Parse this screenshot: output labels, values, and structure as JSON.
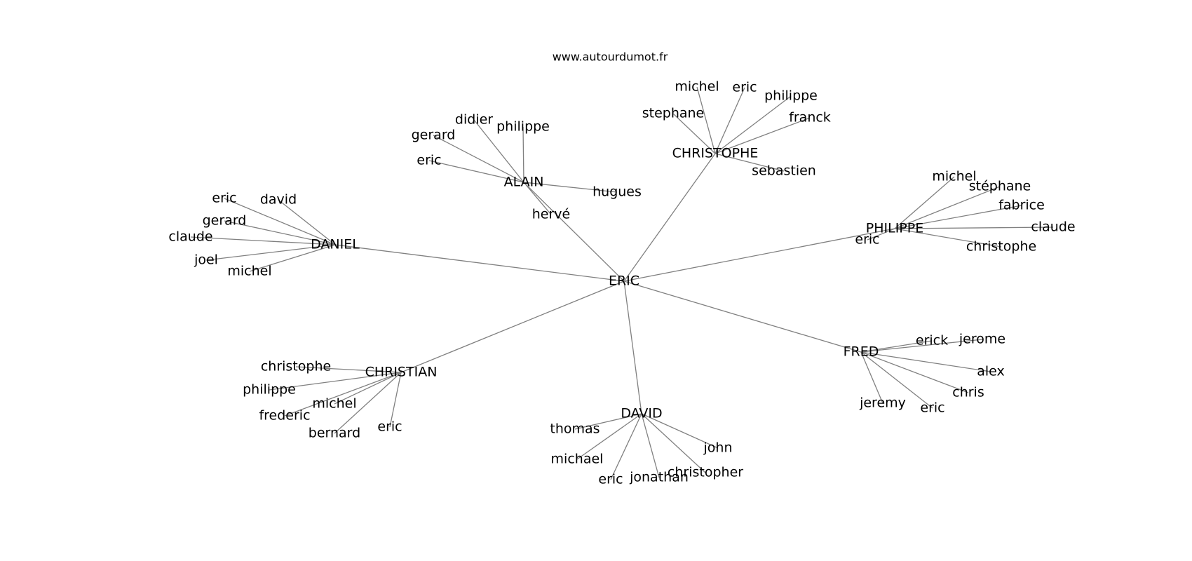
{
  "title": "www.autourdumot.fr",
  "colors": {
    "edge": "#808080",
    "text": "#000000",
    "background": "#ffffff"
  },
  "graph": {
    "root": "ERIC",
    "hubs": [
      {
        "label": "ALAIN",
        "leaves": [
          "eric",
          "gerard",
          "didier",
          "philippe",
          "hugues",
          "hervé"
        ]
      },
      {
        "label": "CHRISTOPHE",
        "leaves": [
          "stephane",
          "michel",
          "eric",
          "philippe",
          "franck",
          "sebastien"
        ]
      },
      {
        "label": "DANIEL",
        "leaves": [
          "eric",
          "david",
          "gerard",
          "claude",
          "joel",
          "michel"
        ]
      },
      {
        "label": "PHILIPPE",
        "leaves": [
          "michel",
          "stéphane",
          "fabrice",
          "claude",
          "christophe",
          "eric"
        ]
      },
      {
        "label": "CHRISTIAN",
        "leaves": [
          "christophe",
          "philippe",
          "michel",
          "frederic",
          "bernard",
          "eric"
        ]
      },
      {
        "label": "DAVID",
        "leaves": [
          "thomas",
          "michael",
          "eric",
          "jonathan",
          "christopher",
          "john"
        ]
      },
      {
        "label": "FRED",
        "leaves": [
          "erick",
          "jerome",
          "alex",
          "chris",
          "eric",
          "jeremy"
        ]
      }
    ]
  }
}
